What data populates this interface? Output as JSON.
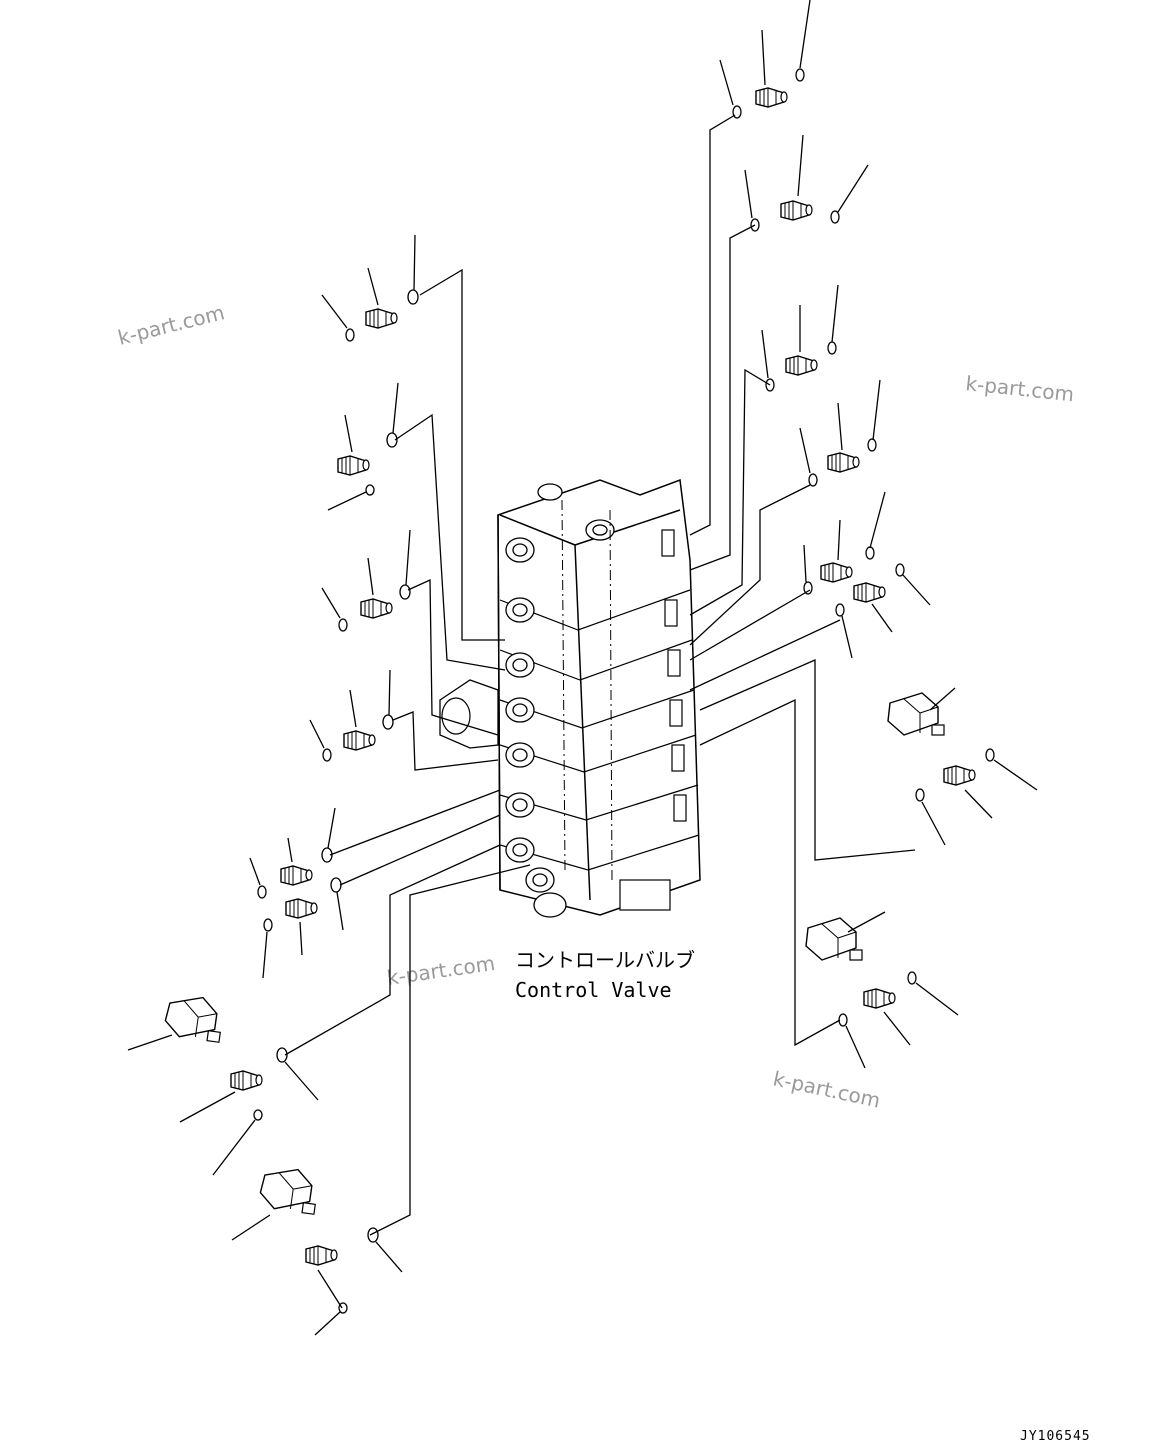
{
  "diagram": {
    "label_jp": "コントロールバルブ",
    "label_en": "Control Valve",
    "drawing_code": "JY106545"
  },
  "watermarks": [
    "k-part.com",
    "k-part.com",
    "k-part.com",
    "k-part.com"
  ]
}
